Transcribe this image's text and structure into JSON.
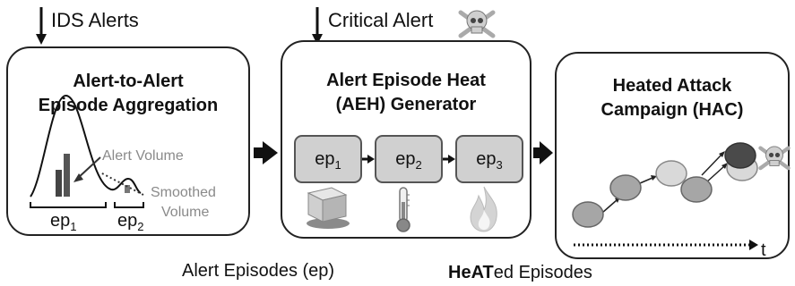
{
  "inputs": {
    "ids_alerts": "IDS Alerts",
    "critical_alert": "Critical Alert"
  },
  "panels": {
    "aggregation": {
      "title_line1": "Alert-to-Alert",
      "title_line2": "Episode Aggregation",
      "alert_volume_label": "Alert Volume",
      "smoothed_label_line1": "Smoothed",
      "smoothed_label_line2": "Volume",
      "episodes": [
        {
          "base": "ep",
          "sub": "1"
        },
        {
          "base": "ep",
          "sub": "2"
        }
      ]
    },
    "generator": {
      "title_line1": "Alert Episode Heat",
      "title_line2": "(AEH) Generator",
      "episodes": [
        {
          "base": "ep",
          "sub": "1",
          "icon": "ice-cube-icon"
        },
        {
          "base": "ep",
          "sub": "2",
          "icon": "thermometer-icon"
        },
        {
          "base": "ep",
          "sub": "3",
          "icon": "fire-icon"
        }
      ]
    },
    "campaign": {
      "title_line1": "Heated Attack",
      "title_line2": "Campaign (HAC)",
      "time_label": "t"
    }
  },
  "bottom": {
    "alert_episodes": "Alert Episodes (ep)",
    "heated_bold_1": "He",
    "heated_bold_2": "AT",
    "heated_normal_1": "ed Episodes"
  },
  "colors": {
    "node_light": "#d9d9d9",
    "node_medium": "#a6a6a6",
    "node_dark": "#4a4a4a",
    "box_fill": "#d0d0d0"
  }
}
